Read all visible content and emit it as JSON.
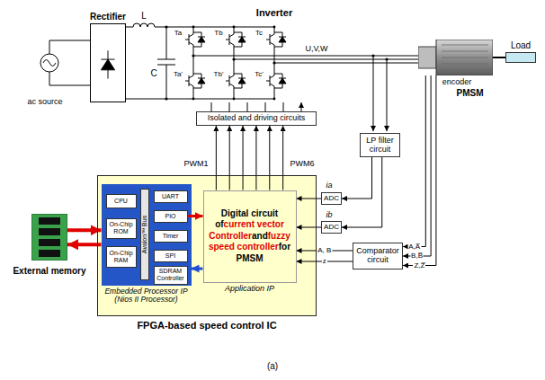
{
  "diagram": {
    "caption": "(a)",
    "nodes": [
      {
        "text": [
          "FPGA-based speed control IC"
        ]
      },
      {
        "text": [
          "Embedded Processor IP (Nios II Processor)"
        ],
        "in": 0
      },
      {
        "text": [
          "CPU"
        ],
        "in": 1
      },
      {
        "text": [
          "On-Chip ROM"
        ],
        "in": 1
      },
      {
        "text": [
          "On-Chip RAM"
        ],
        "in": 1
      },
      {
        "text": [
          "Avalon™ Bus"
        ],
        "in": 1
      },
      {
        "text": [
          "UART"
        ],
        "in": 1
      },
      {
        "text": [
          "PIO"
        ],
        "in": 1
      },
      {
        "text": [
          "Timer"
        ],
        "in": 1
      },
      {
        "text": [
          "SPI"
        ],
        "in": 1
      },
      {
        "text": [
          "SDRAM Controller"
        ],
        "in": 1
      },
      {
        "text": [
          "Digital circuit of",
          "current vector Controller",
          "and",
          "fuzzy speed controller",
          "for PMSM",
          "Application IP"
        ],
        "in": 0
      },
      {
        "text": [
          "Isolated and driving circuits"
        ]
      },
      {
        "text": [
          "LP filter circuit"
        ]
      },
      {
        "text": [
          "ADC"
        ]
      },
      {
        "text": [
          "ADC"
        ]
      },
      {
        "text": [
          "Comparator circuit"
        ]
      },
      {
        "text": [
          "External memory"
        ]
      },
      {
        "text": [
          "Rectifier"
        ]
      },
      {
        "text": [
          "PMSM"
        ]
      },
      {
        "text": [
          "Load"
        ]
      }
    ],
    "edges": [
      {
        "from": 17,
        "to": 1,
        "arrow": "to"
      },
      {
        "from": 1,
        "to": 17,
        "arrow": "to"
      },
      {
        "from": 7,
        "to": 11,
        "arrow": "to"
      },
      {
        "from": 11,
        "to": 1,
        "arrow": "to"
      },
      {
        "from": 11,
        "to": 12,
        "arrow": "to"
      },
      {
        "from": 11,
        "to": 12,
        "arrow": "to"
      },
      {
        "from": 11,
        "to": 12,
        "arrow": "to"
      },
      {
        "from": 11,
        "to": 12,
        "arrow": "to"
      },
      {
        "from": 11,
        "to": 12,
        "arrow": "to"
      },
      {
        "from": 11,
        "to": 12,
        "arrow": "to"
      },
      {
        "from": 13,
        "to": 14,
        "arrow": "to"
      },
      {
        "from": 13,
        "to": 15,
        "arrow": "to"
      },
      {
        "from": 14,
        "to": 11,
        "arrow": "to"
      },
      {
        "from": 15,
        "to": 11,
        "arrow": "to"
      },
      {
        "from": 16,
        "to": 11,
        "arrow": "to",
        "label": "A, B"
      },
      {
        "from": 16,
        "to": 11,
        "arrow": "to",
        "label": "z"
      },
      {
        "from": 19,
        "to": 16,
        "arrow": "to",
        "label": "A,A̅"
      },
      {
        "from": 19,
        "to": 16,
        "arrow": "to",
        "label": "B,B̅"
      },
      {
        "from": 19,
        "to": 16,
        "arrow": "to",
        "label": "Z,Z̅"
      },
      {
        "from": 19,
        "to": 20,
        "arrow": "none"
      }
    ],
    "labels": [
      "ac source",
      "L",
      "C",
      "Inverter",
      "Ta",
      "Tb",
      "Tc",
      "Ta'",
      "Tb'",
      "Tc'",
      "U,V,W",
      "encoder",
      "PWM1",
      "PWM6",
      "ia",
      "ib"
    ]
  }
}
